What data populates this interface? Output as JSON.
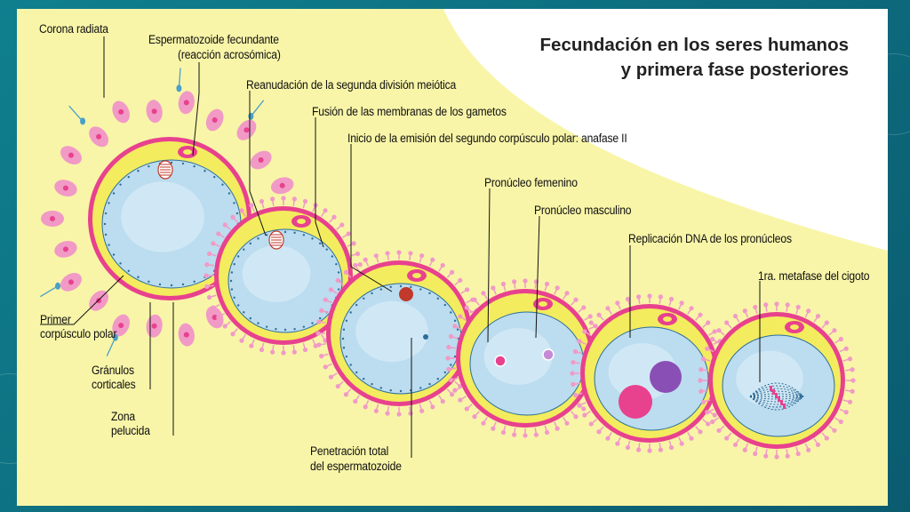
{
  "title": {
    "line1": "Fecundación en los seres humanos",
    "line2": "y primera fase posteriores"
  },
  "labels": {
    "corona_radiata": "Corona radiata",
    "sperm_line1": "Espermatozoide fecundante",
    "sperm_line2": "(reacción acrosómica)",
    "reanudacion": "Reanudación de la segunda división meiótica",
    "fusion": "Fusión de las membranas de los gametos",
    "inicio": "Inicio de la emisión del segundo corpúsculo polar: anafase II",
    "pronucleo_femenino": "Pronúcleo femenino",
    "pronucleo_masculino": "Pronúcleo masculino",
    "replicacion": "Replicación DNA de los pronúcleos",
    "metafase": "1ra. metafase del cigoto",
    "primer_line1": "Primer",
    "primer_line2": "corpúsculo polar",
    "granulos_line1": "Gránulos",
    "granulos_line2": "corticales",
    "zona_line1": "Zona",
    "zona_line2": "pelucida",
    "penetracion_line1": "Penetración total",
    "penetracion_line2": "del espermatozoide"
  },
  "colors": {
    "slide_bg": "#0d6f80",
    "band": "#f8f5a8",
    "cytoplasm": "#bcdcef",
    "membrane": "#e8418e",
    "zona": "#f3ec5e",
    "corona": "#f19ac6",
    "nucleus_female": "#e8418e",
    "nucleus_male": "#8a4fb5"
  }
}
